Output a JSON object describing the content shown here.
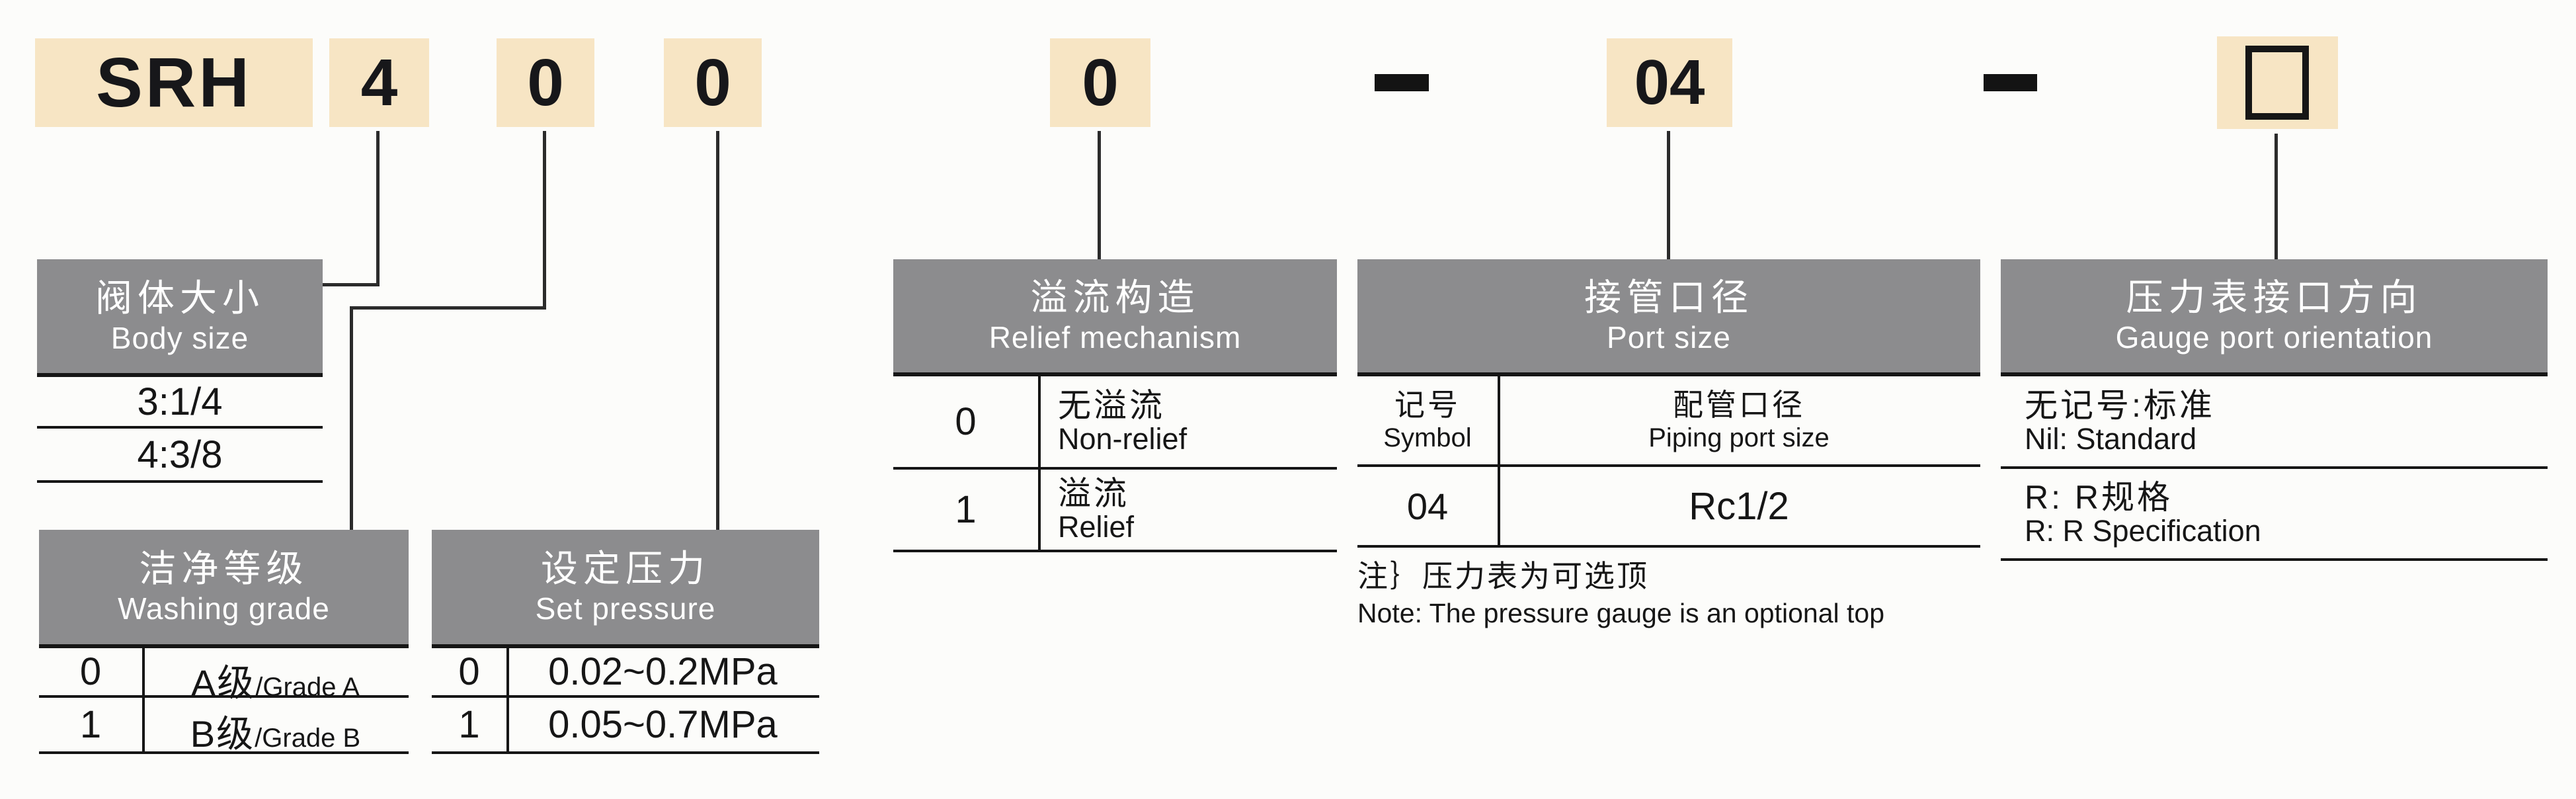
{
  "code_row": {
    "series_prefix": "SRH",
    "body_size_digit": "4",
    "washing_grade_digit": "0",
    "set_pressure_digit": "0",
    "relief_digit": "0",
    "separator_1": "-",
    "port_size_code": "04",
    "separator_2": "-",
    "gauge_option_placeholder": "□"
  },
  "body_size": {
    "title_zh": "阀体大小",
    "title_en": "Body size",
    "rows": [
      "3:1/4",
      "4:3/8"
    ]
  },
  "washing_grade": {
    "title_zh": "洁净等级",
    "title_en": "Washing grade",
    "rows": [
      {
        "code": "0",
        "grade_zh": "A级",
        "grade_en": "/Grade A"
      },
      {
        "code": "1",
        "grade_zh": "B级",
        "grade_en": "/Grade B"
      }
    ]
  },
  "set_pressure": {
    "title_zh": "设定压力",
    "title_en": "Set pressure",
    "rows": [
      {
        "code": "0",
        "range": "0.02~0.2MPa"
      },
      {
        "code": "1",
        "range": "0.05~0.7MPa"
      }
    ]
  },
  "relief_mechanism": {
    "title_zh": "溢流构造",
    "title_en": "Relief mechanism",
    "rows": [
      {
        "code": "0",
        "label_zh": "无溢流",
        "label_en": "Non-relief"
      },
      {
        "code": "1",
        "label_zh": "溢流",
        "label_en": "Relief"
      }
    ]
  },
  "port_size": {
    "title_zh": "接管口径",
    "title_en": "Port size",
    "symbol_header_zh": "记号",
    "symbol_header_en": "Symbol",
    "pipe_header_zh": "配管口径",
    "pipe_header_en": "Piping port size",
    "rows": [
      {
        "symbol": "04",
        "size": "Rc1/2"
      }
    ],
    "note_zh": "注｝压力表为可选顶",
    "note_en": "Note: The pressure gauge is an optional top"
  },
  "gauge_orientation": {
    "title_zh": "压力表接口方向",
    "title_en": "Gauge port orientation",
    "rows": [
      {
        "label_zh": "无记号:标准",
        "label_en": "Nil: Standard"
      },
      {
        "label_zh": "R: R规格",
        "label_en": "R: R Specification"
      }
    ]
  },
  "colors": {
    "code_box_bg": "#f7e5c4",
    "header_bg": "#8c8c8e",
    "line": "#161616"
  }
}
